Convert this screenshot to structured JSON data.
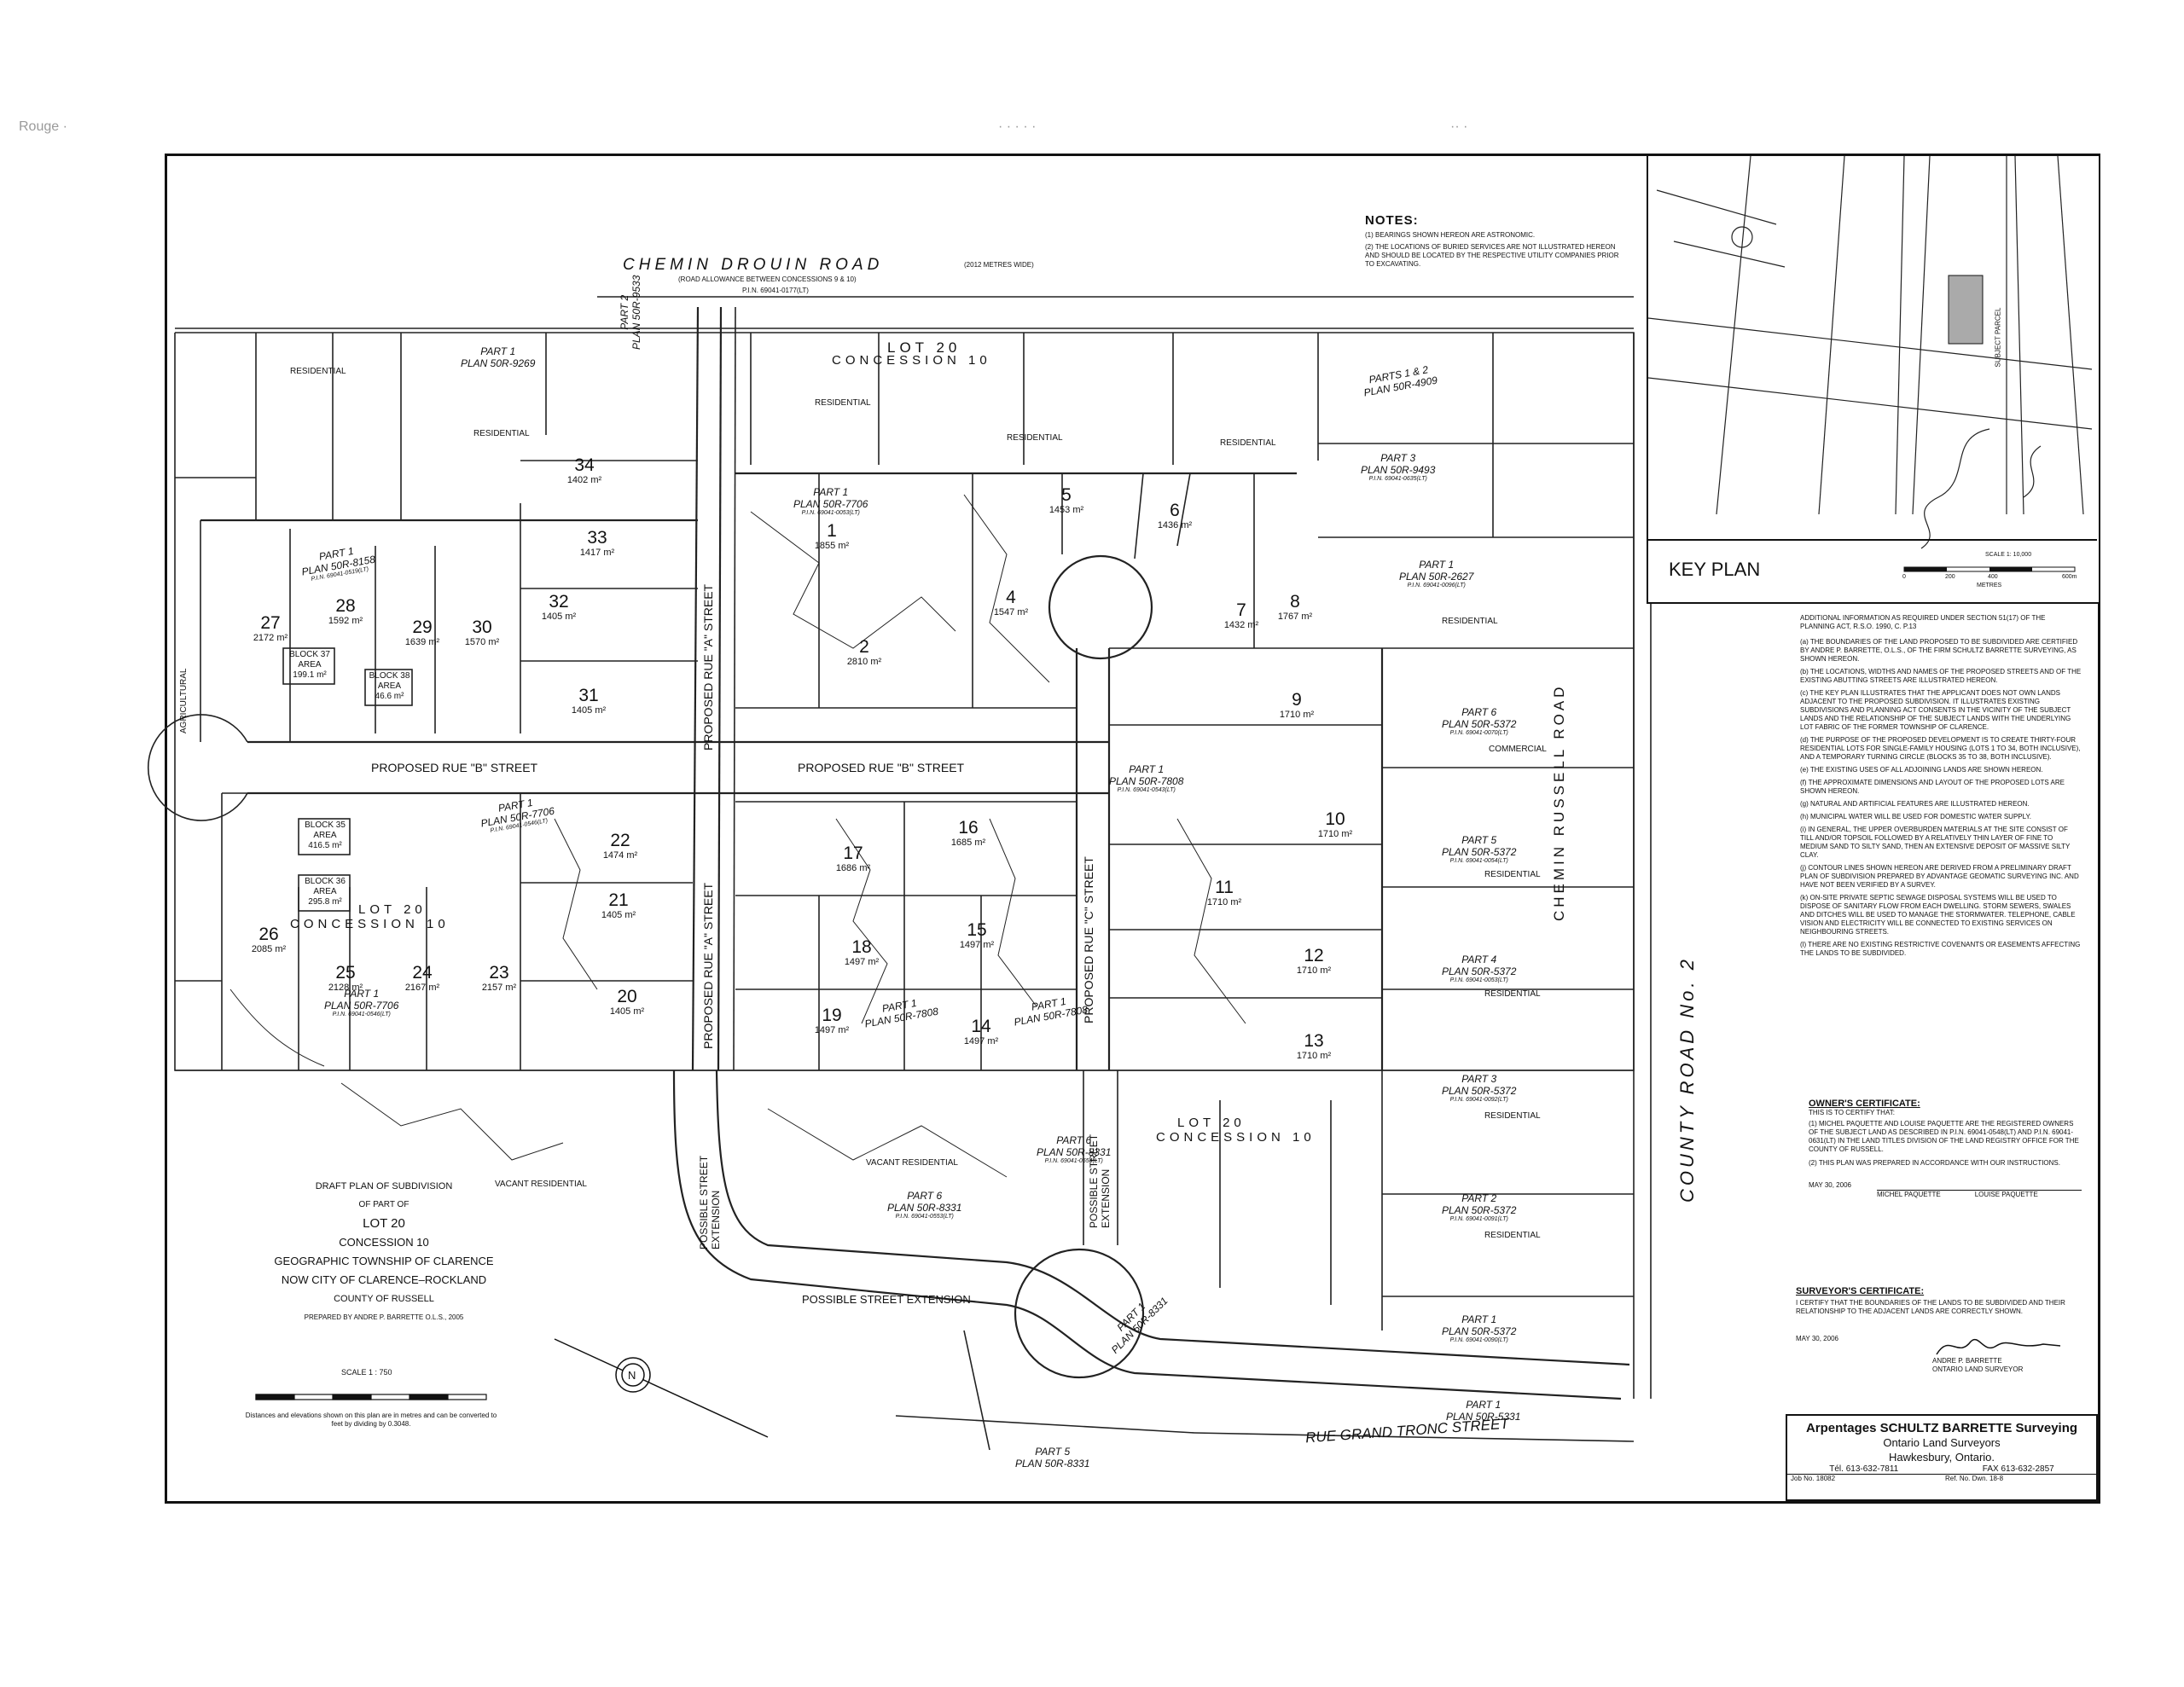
{
  "header_noise": [
    "Rouge ·",
    "· · · · ·",
    "·· ·"
  ],
  "roads": {
    "chemin_drouin": "CHEMIN  DROUIN  ROAD",
    "chemin_drouin_note": "(2012 METRES WIDE)",
    "chemin_drouin_sub": "(ROAD ALLOWANCE BETWEEN CONCESSIONS 9 & 10)",
    "chemin_drouin_pin": "P.I.N. 69041-0177(LT)",
    "chemin_russell": "CHEMIN  RUSSELL  ROAD",
    "county_road": "COUNTY  ROAD  No.  2",
    "grand_tronc": "RUE GRAND TRONC STREET",
    "rue_a_1": "PROPOSED RUE \"A\" STREET",
    "rue_a_2": "PROPOSED RUE \"A\" STREET",
    "rue_b_1": "PROPOSED RUE \"B\" STREET",
    "rue_b_2": "PROPOSED RUE \"B\" STREET",
    "rue_c": "PROPOSED RUE \"C\" STREET",
    "possible_1": "POSSIBLE STREET EXTENSION",
    "possible_2": "POSSIBLE STREET EXTENSION",
    "possible_3": "POSSIBLE STREET EXTENSION"
  },
  "lot_labels": {
    "lot20_top": "LOT 20",
    "con10_top": "CONCESSION 10",
    "lot20_mid": "LOT 20",
    "con10_mid": "CONCESSION 10",
    "lot20_bot": "LOT 20",
    "con10_bot": "CONCESSION 10"
  },
  "lots": [
    {
      "n": "1",
      "a": "1855 m²"
    },
    {
      "n": "2",
      "a": "2810 m²"
    },
    {
      "n": "4",
      "a": "1547 m²"
    },
    {
      "n": "5",
      "a": "1453 m²"
    },
    {
      "n": "6",
      "a": "1436 m²"
    },
    {
      "n": "7",
      "a": "1432 m²"
    },
    {
      "n": "8",
      "a": "1767 m²"
    },
    {
      "n": "9",
      "a": "1710 m²"
    },
    {
      "n": "10",
      "a": "1710 m²"
    },
    {
      "n": "11",
      "a": "1710 m²"
    },
    {
      "n": "12",
      "a": "1710 m²"
    },
    {
      "n": "13",
      "a": "1710 m²"
    },
    {
      "n": "14",
      "a": "1497 m²"
    },
    {
      "n": "15",
      "a": "1497 m²"
    },
    {
      "n": "16",
      "a": "1685 m²"
    },
    {
      "n": "17",
      "a": "1686 m²"
    },
    {
      "n": "18",
      "a": "1497 m²"
    },
    {
      "n": "19",
      "a": "1497 m²"
    },
    {
      "n": "20",
      "a": "1405 m²"
    },
    {
      "n": "21",
      "a": "1405 m²"
    },
    {
      "n": "22",
      "a": "1474 m²"
    },
    {
      "n": "23",
      "a": "2157 m²"
    },
    {
      "n": "24",
      "a": "2167 m²"
    },
    {
      "n": "25",
      "a": "2128 m²"
    },
    {
      "n": "26",
      "a": "2085 m²"
    },
    {
      "n": "27",
      "a": "2172 m²"
    },
    {
      "n": "28",
      "a": "1592 m²"
    },
    {
      "n": "29",
      "a": "1639 m²"
    },
    {
      "n": "30",
      "a": "1570 m²"
    },
    {
      "n": "31",
      "a": "1405 m²"
    },
    {
      "n": "32",
      "a": "1405 m²"
    },
    {
      "n": "33",
      "a": "1417 m²"
    },
    {
      "n": "34",
      "a": "1402 m²"
    }
  ],
  "blocks": [
    {
      "name": "BLOCK 35",
      "l2": "AREA",
      "a": "416.5 m²"
    },
    {
      "name": "BLOCK 36",
      "l2": "AREA",
      "a": "295.8 m²"
    },
    {
      "name": "BLOCK 37",
      "l2": "AREA",
      "a": "199.1 m²"
    },
    {
      "name": "BLOCK 38",
      "l2": "AREA",
      "a": "46.6 m²"
    }
  ],
  "neighbours": {
    "residential": "RESIDENTIAL",
    "commercial": "COMMERCIAL",
    "agricultural": "AGRICULTURAL",
    "vacant_residential": "VACANT RESIDENTIAL",
    "plans": [
      {
        "p": "PART 1",
        "plan": "PLAN 50R-9269"
      },
      {
        "p": "PART 1",
        "plan": "PLAN 50R-7706",
        "pin": "P.I.N. 69041-0053(LT)"
      },
      {
        "p": "PART 2",
        "plan": "PLAN 50R-9533"
      },
      {
        "p": "PARTS 1 & 2",
        "plan": "PLAN 50R-4909"
      },
      {
        "p": "PART 3",
        "plan": "PLAN 50R-9493",
        "pin": "P.I.N. 69041-0635(LT)"
      },
      {
        "p": "PART 1",
        "plan": "PLAN 50R-2627",
        "pin": "P.I.N. 69041-0096(LT)"
      },
      {
        "p": "PART 6",
        "plan": "PLAN 50R-5372",
        "pin": "P.I.N. 69041-0070(LT)"
      },
      {
        "p": "PART 5",
        "plan": "PLAN 50R-5372",
        "pin": "P.I.N. 69041-0054(LT)"
      },
      {
        "p": "PART 4",
        "plan": "PLAN 50R-5372",
        "pin": "P.I.N. 69041-0053(LT)"
      },
      {
        "p": "PART 3",
        "plan": "PLAN 50R-5372",
        "pin": "P.I.N. 69041-0092(LT)"
      },
      {
        "p": "PART 2",
        "plan": "PLAN 50R-5372",
        "pin": "P.I.N. 69041-0091(LT)"
      },
      {
        "p": "PART 1",
        "plan": "PLAN 50R-5372",
        "pin": "P.I.N. 69041-0090(LT)"
      },
      {
        "p": "PART 1",
        "plan": "PLAN 50R-8158",
        "pin": "P.I.N. 69041-0519(LT)"
      },
      {
        "p": "PART 1",
        "plan": "PLAN 50R-7706",
        "pin": "P.I.N. 69041-0546(LT)"
      },
      {
        "p": "PART 1",
        "plan": "PLAN 50R-7808",
        "pin": "P.I.N. 69041-0543(LT)"
      },
      {
        "p": "PART 1",
        "plan": "PLAN 50R-7706",
        "pin": "P.I.N. 69041-0546(LT)"
      },
      {
        "p": "PART 6",
        "plan": "PLAN 50R-8331",
        "pin": "P.I.N. 69041-0553(LT)"
      },
      {
        "p": "PART 6",
        "plan": "PLAN 50R-8331",
        "pin": "P.I.N. 69041-0554(LT)"
      },
      {
        "p": "PART 1",
        "plan": "PLAN 50R-8331"
      },
      {
        "p": "PART 5",
        "plan": "PLAN 50R-8331"
      },
      {
        "p": "PART 1",
        "plan": "PLAN 50R-5331"
      },
      {
        "p": "PART 1",
        "plan": "PLAN 50R-7808"
      },
      {
        "p": "PART 1",
        "plan": "PLAN 50R-7808"
      }
    ]
  },
  "draft_title": {
    "l1": "DRAFT PLAN OF SUBDIVISION",
    "l2": "OF PART OF",
    "l3": "LOT 20",
    "l4": "CONCESSION 10",
    "l5": "GEOGRAPHIC TOWNSHIP OF CLARENCE",
    "l6": "NOW CITY OF CLARENCE–ROCKLAND",
    "l7": "COUNTY OF RUSSELL",
    "prepared": "PREPARED BY ANDRE P. BARRETTE O.L.S., 2005",
    "scale": "SCALE 1 : 750",
    "conv": "Distances and elevations shown on this plan are in metres and can be converted to feet by dividing by 0.3048."
  },
  "notes": {
    "title": "NOTES:",
    "n1": "(1)  BEARINGS SHOWN HEREON ARE ASTRONOMIC.",
    "n2": "(2)  THE LOCATIONS OF BURIED SERVICES ARE NOT ILLUSTRATED HEREON AND SHOULD BE LOCATED BY THE RESPECTIVE UTILITY COMPANIES PRIOR TO EXCAVATING."
  },
  "key_plan": {
    "title": "KEY PLAN",
    "scale": "SCALE 1: 10,000",
    "subject": "SUBJECT PARCEL",
    "metres": "METRES",
    "ticks": [
      "0",
      "200",
      "400",
      "600m"
    ]
  },
  "additional": {
    "heading": "ADDITIONAL INFORMATION AS REQUIRED UNDER SECTION 51(17) OF THE PLANNING ACT, R.S.O. 1990, C. P.13",
    "items": [
      "(a)  THE BOUNDARIES OF THE LAND PROPOSED TO BE SUBDIVIDED ARE CERTIFIED BY ANDRE P. BARRETTE, O.L.S., OF THE FIRM SCHULTZ BARRETTE SURVEYING, AS SHOWN HEREON.",
      "(b)  THE LOCATIONS, WIDTHS AND NAMES OF THE PROPOSED STREETS AND OF THE EXISTING ABUTTING STREETS ARE ILLUSTRATED HEREON.",
      "(c)  THE KEY PLAN ILLUSTRATES THAT THE APPLICANT DOES NOT OWN LANDS ADJACENT TO THE PROPOSED SUBDIVISION. IT ILLUSTRATES EXISTING SUBDIVISIONS AND PLANNING ACT CONSENTS IN THE VICINITY OF THE SUBJECT LANDS AND THE RELATIONSHIP OF THE SUBJECT LANDS WITH THE UNDERLYING LOT FABRIC OF THE FORMER TOWNSHIP OF CLARENCE.",
      "(d)  THE PURPOSE OF THE PROPOSED DEVELOPMENT IS TO CREATE THIRTY-FOUR RESIDENTIAL LOTS FOR SINGLE-FAMILY HOUSING (LOTS 1 TO 34, BOTH INCLUSIVE), AND A TEMPORARY TURNING CIRCLE (BLOCKS 35 TO 38, BOTH INCLUSIVE).",
      "(e)  THE EXISTING USES OF ALL ADJOINING LANDS ARE SHOWN HEREON.",
      "(f)  THE APPROXIMATE DIMENSIONS AND LAYOUT OF THE PROPOSED LOTS ARE SHOWN HEREON.",
      "(g)  NATURAL AND ARTIFICIAL FEATURES ARE ILLUSTRATED HEREON.",
      "(h)  MUNICIPAL WATER WILL BE USED FOR DOMESTIC WATER SUPPLY.",
      "(i)  IN GENERAL, THE UPPER OVERBURDEN MATERIALS AT THE SITE CONSIST OF TILL AND/OR TOPSOIL FOLLOWED BY A RELATIVELY THIN LAYER OF FINE TO MEDIUM SAND TO SILTY SAND, THEN AN EXTENSIVE DEPOSIT OF MASSIVE SILTY CLAY.",
      "(j)  CONTOUR LINES SHOWN HEREON ARE DERIVED FROM A PRELIMINARY DRAFT PLAN OF SUBDIVISION PREPARED BY ADVANTAGE GEOMATIC SURVEYING INC. AND HAVE NOT BEEN VERIFIED BY A SURVEY.",
      "(k)  ON-SITE PRIVATE SEPTIC SEWAGE DISPOSAL SYSTEMS WILL BE USED TO DISPOSE OF SANITARY FLOW FROM EACH DWELLING. STORM SEWERS, SWALES AND DITCHES WILL BE USED TO MANAGE THE STORMWATER. TELEPHONE, CABLE VISION AND ELECTRICITY WILL BE CONNECTED TO EXISTING SERVICES ON NEIGHBOURING STREETS.",
      "(l)  THERE ARE NO EXISTING RESTRICTIVE COVENANTS OR EASEMENTS AFFECTING THE LANDS TO BE SUBDIVIDED."
    ]
  },
  "owners": {
    "title": "OWNER'S CERTIFICATE:",
    "intro": "THIS IS TO CERTIFY THAT:",
    "c1": "(1)  MICHEL PAQUETTE AND LOUISE PAQUETTE ARE THE REGISTERED OWNERS OF THE SUBJECT LAND AS DESCRIBED IN P.I.N. 69041-0548(LT) AND P.I.N. 69041-0631(LT) IN THE LAND TITLES DIVISION OF THE LAND REGISTRY OFFICE FOR THE COUNTY OF RUSSELL.",
    "c2": "(2)  THIS PLAN WAS PREPARED IN ACCORDANCE WITH OUR INSTRUCTIONS.",
    "date": "MAY 30, 2006",
    "sig1": "MICHEL PAQUETTE",
    "sig2": "LOUISE PAQUETTE"
  },
  "surveyor": {
    "title": "SURVEYOR'S CERTIFICATE:",
    "text": "I CERTIFY THAT THE BOUNDARIES OF THE LANDS TO BE SUBDIVIDED AND THEIR RELATIONSHIP TO THE ADJACENT LANDS ARE CORRECTLY SHOWN.",
    "date": "MAY 30, 2006",
    "name": "ANDRE P. BARRETTE",
    "role": "ONTARIO LAND SURVEYOR"
  },
  "title_block": {
    "firm": "Arpentages SCHULTZ  BARRETTE Surveying",
    "sub": "Ontario Land Surveyors",
    "city": "Hawkesbury, Ontario.",
    "tel": "Tél. 613-632-7811",
    "fax": "FAX 613-632-2857",
    "job": "Job No. 18082",
    "ref": "Ref. No. Dwn. 18-8"
  }
}
